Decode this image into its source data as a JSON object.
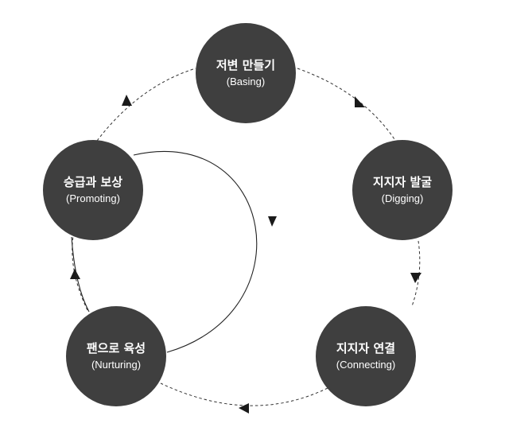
{
  "diagram": {
    "nodes": [
      {
        "id": "basing",
        "title": "저변 만들기",
        "subtitle": "(Basing)"
      },
      {
        "id": "digging",
        "title": "지지자 발굴",
        "subtitle": "(Digging)"
      },
      {
        "id": "connecting",
        "title": "지지자 연결",
        "subtitle": "(Connecting)"
      },
      {
        "id": "nurturing",
        "title": "팬으로 육성",
        "subtitle": "(Nurturing)"
      },
      {
        "id": "promoting",
        "title": "승급과 보상",
        "subtitle": "(Promoting)"
      }
    ],
    "cycle_edges": [
      {
        "from": "basing",
        "to": "digging",
        "style": "dashed"
      },
      {
        "from": "digging",
        "to": "connecting",
        "style": "dashed"
      },
      {
        "from": "connecting",
        "to": "nurturing",
        "style": "dashed"
      },
      {
        "from": "nurturing",
        "to": "promoting",
        "style": "dashed"
      },
      {
        "from": "promoting",
        "to": "basing",
        "style": "dashed"
      }
    ],
    "inner_loop": {
      "from": "promoting",
      "to": "nurturing",
      "style": "solid"
    },
    "colors": {
      "node_fill": "#3f3f3f",
      "node_text": "#ffffff",
      "line": "#333333",
      "background": "#ffffff"
    }
  }
}
